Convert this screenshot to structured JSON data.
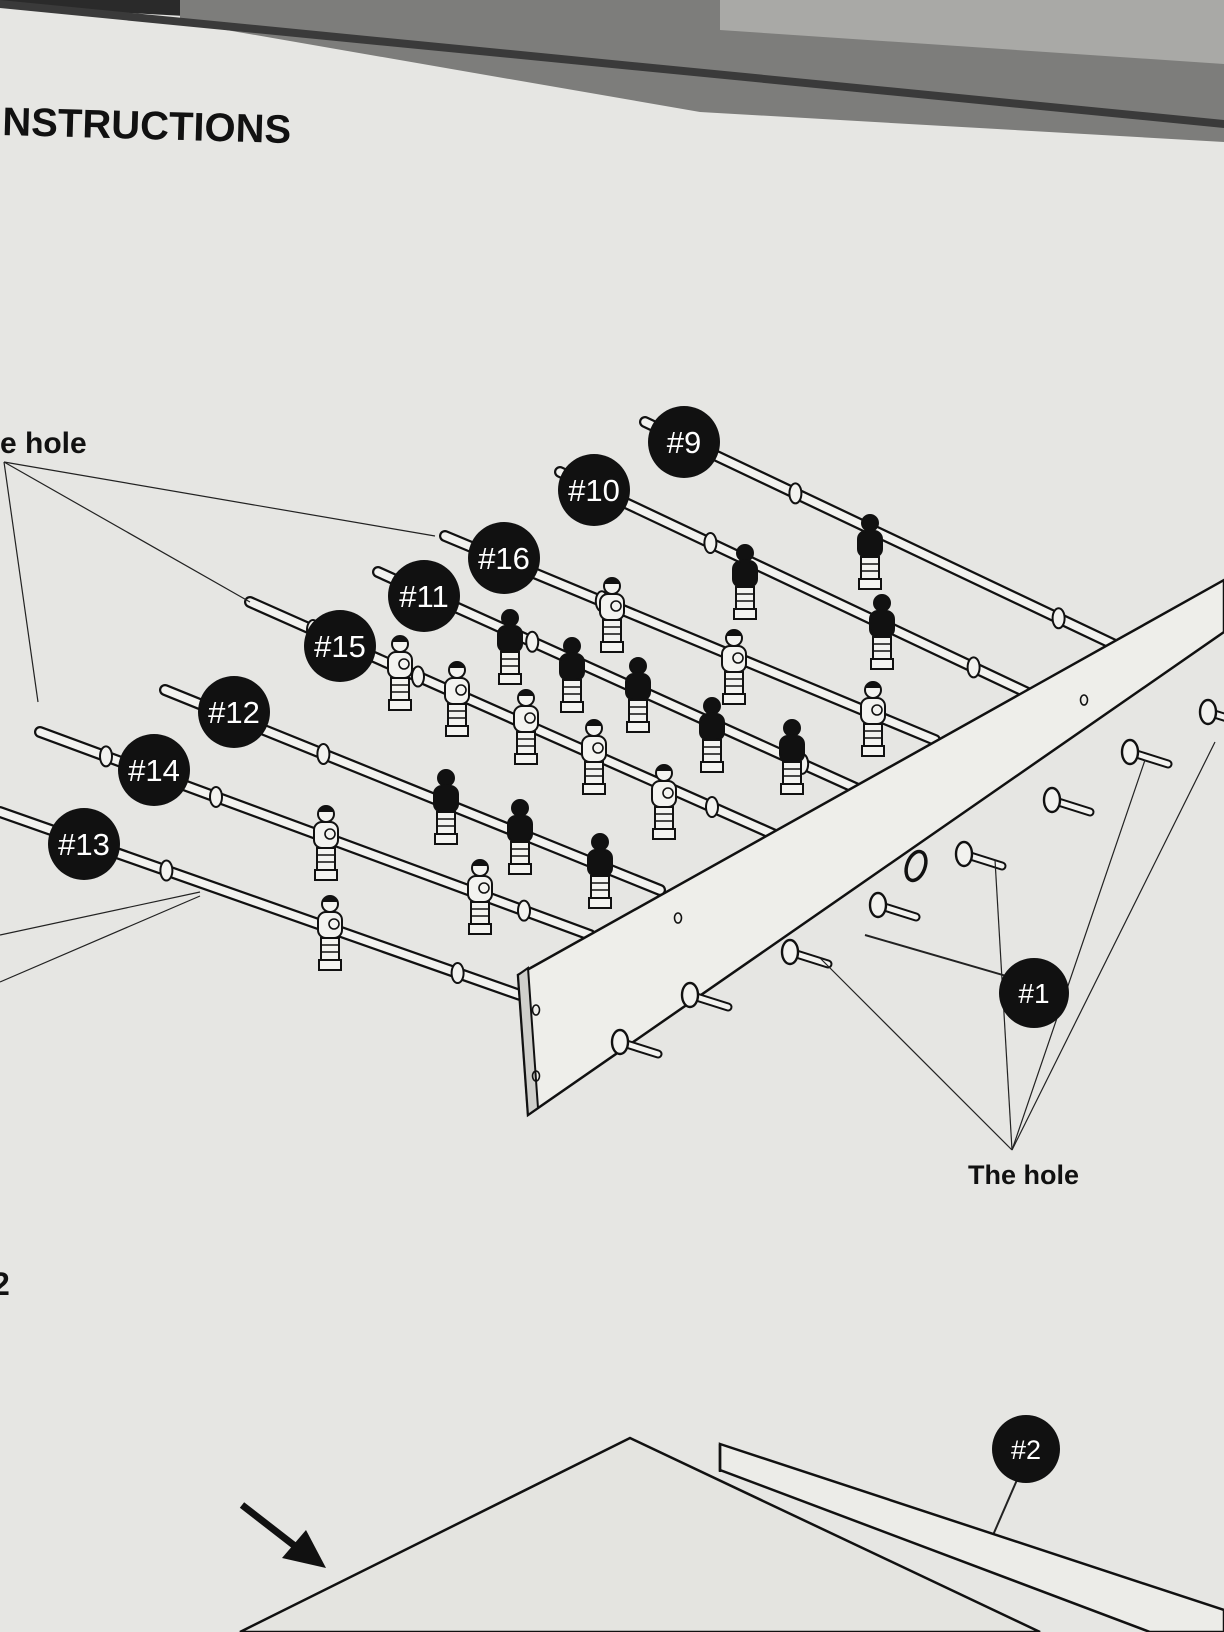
{
  "header": {
    "title": "NSTRUCTIONS"
  },
  "diagram": {
    "text_labels": {
      "hole_left": "e hole",
      "hole_right": "The hole",
      "edge_number": "2"
    },
    "callouts": [
      {
        "id": "c9",
        "text": "#9"
      },
      {
        "id": "c10",
        "text": "#10"
      },
      {
        "id": "c16",
        "text": "#16"
      },
      {
        "id": "c11",
        "text": "#11"
      },
      {
        "id": "c15",
        "text": "#15"
      },
      {
        "id": "c12",
        "text": "#12"
      },
      {
        "id": "c14",
        "text": "#14"
      },
      {
        "id": "c13",
        "text": "#13"
      },
      {
        "id": "c1",
        "text": "#1"
      },
      {
        "id": "c2",
        "text": "#2"
      }
    ]
  },
  "colors": {
    "paper": "#e6e6e3",
    "ink": "#111111",
    "callout": "#111111",
    "frame_dark": "#2a2a2a",
    "frame_mid": "#7d7d7b"
  }
}
